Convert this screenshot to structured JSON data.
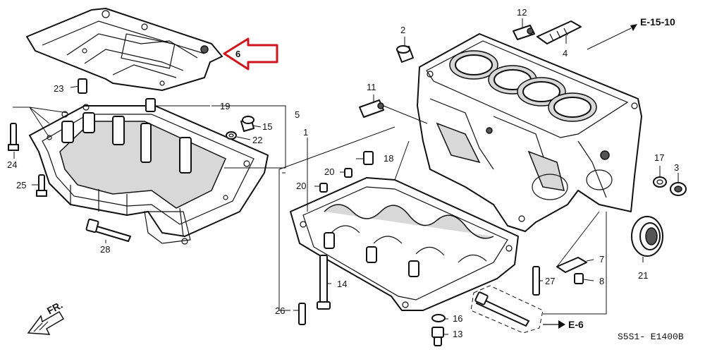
{
  "diagram": {
    "code": "S5S1- E1400B",
    "refs": {
      "top": "E-15-10",
      "bottom": "E-6"
    },
    "front": "FR.",
    "highlight_color": "#d0141b",
    "highlight_label_color": "#29b34a",
    "callouts": {
      "c1": "1",
      "c2": "2",
      "c3": "3",
      "c4": "4",
      "c5": "5",
      "c6": "6",
      "c7": "7",
      "c8": "8",
      "c11": "11",
      "c12": "12",
      "c13": "13",
      "c14": "14",
      "c15": "15",
      "c16": "16",
      "c17": "17",
      "c18": "18",
      "c19": "19",
      "c20a": "20",
      "c20b": "20",
      "c21": "21",
      "c22": "22",
      "c23": "23",
      "c24": "24",
      "c25": "25",
      "c26": "26",
      "c27": "27",
      "c28": "28"
    }
  }
}
